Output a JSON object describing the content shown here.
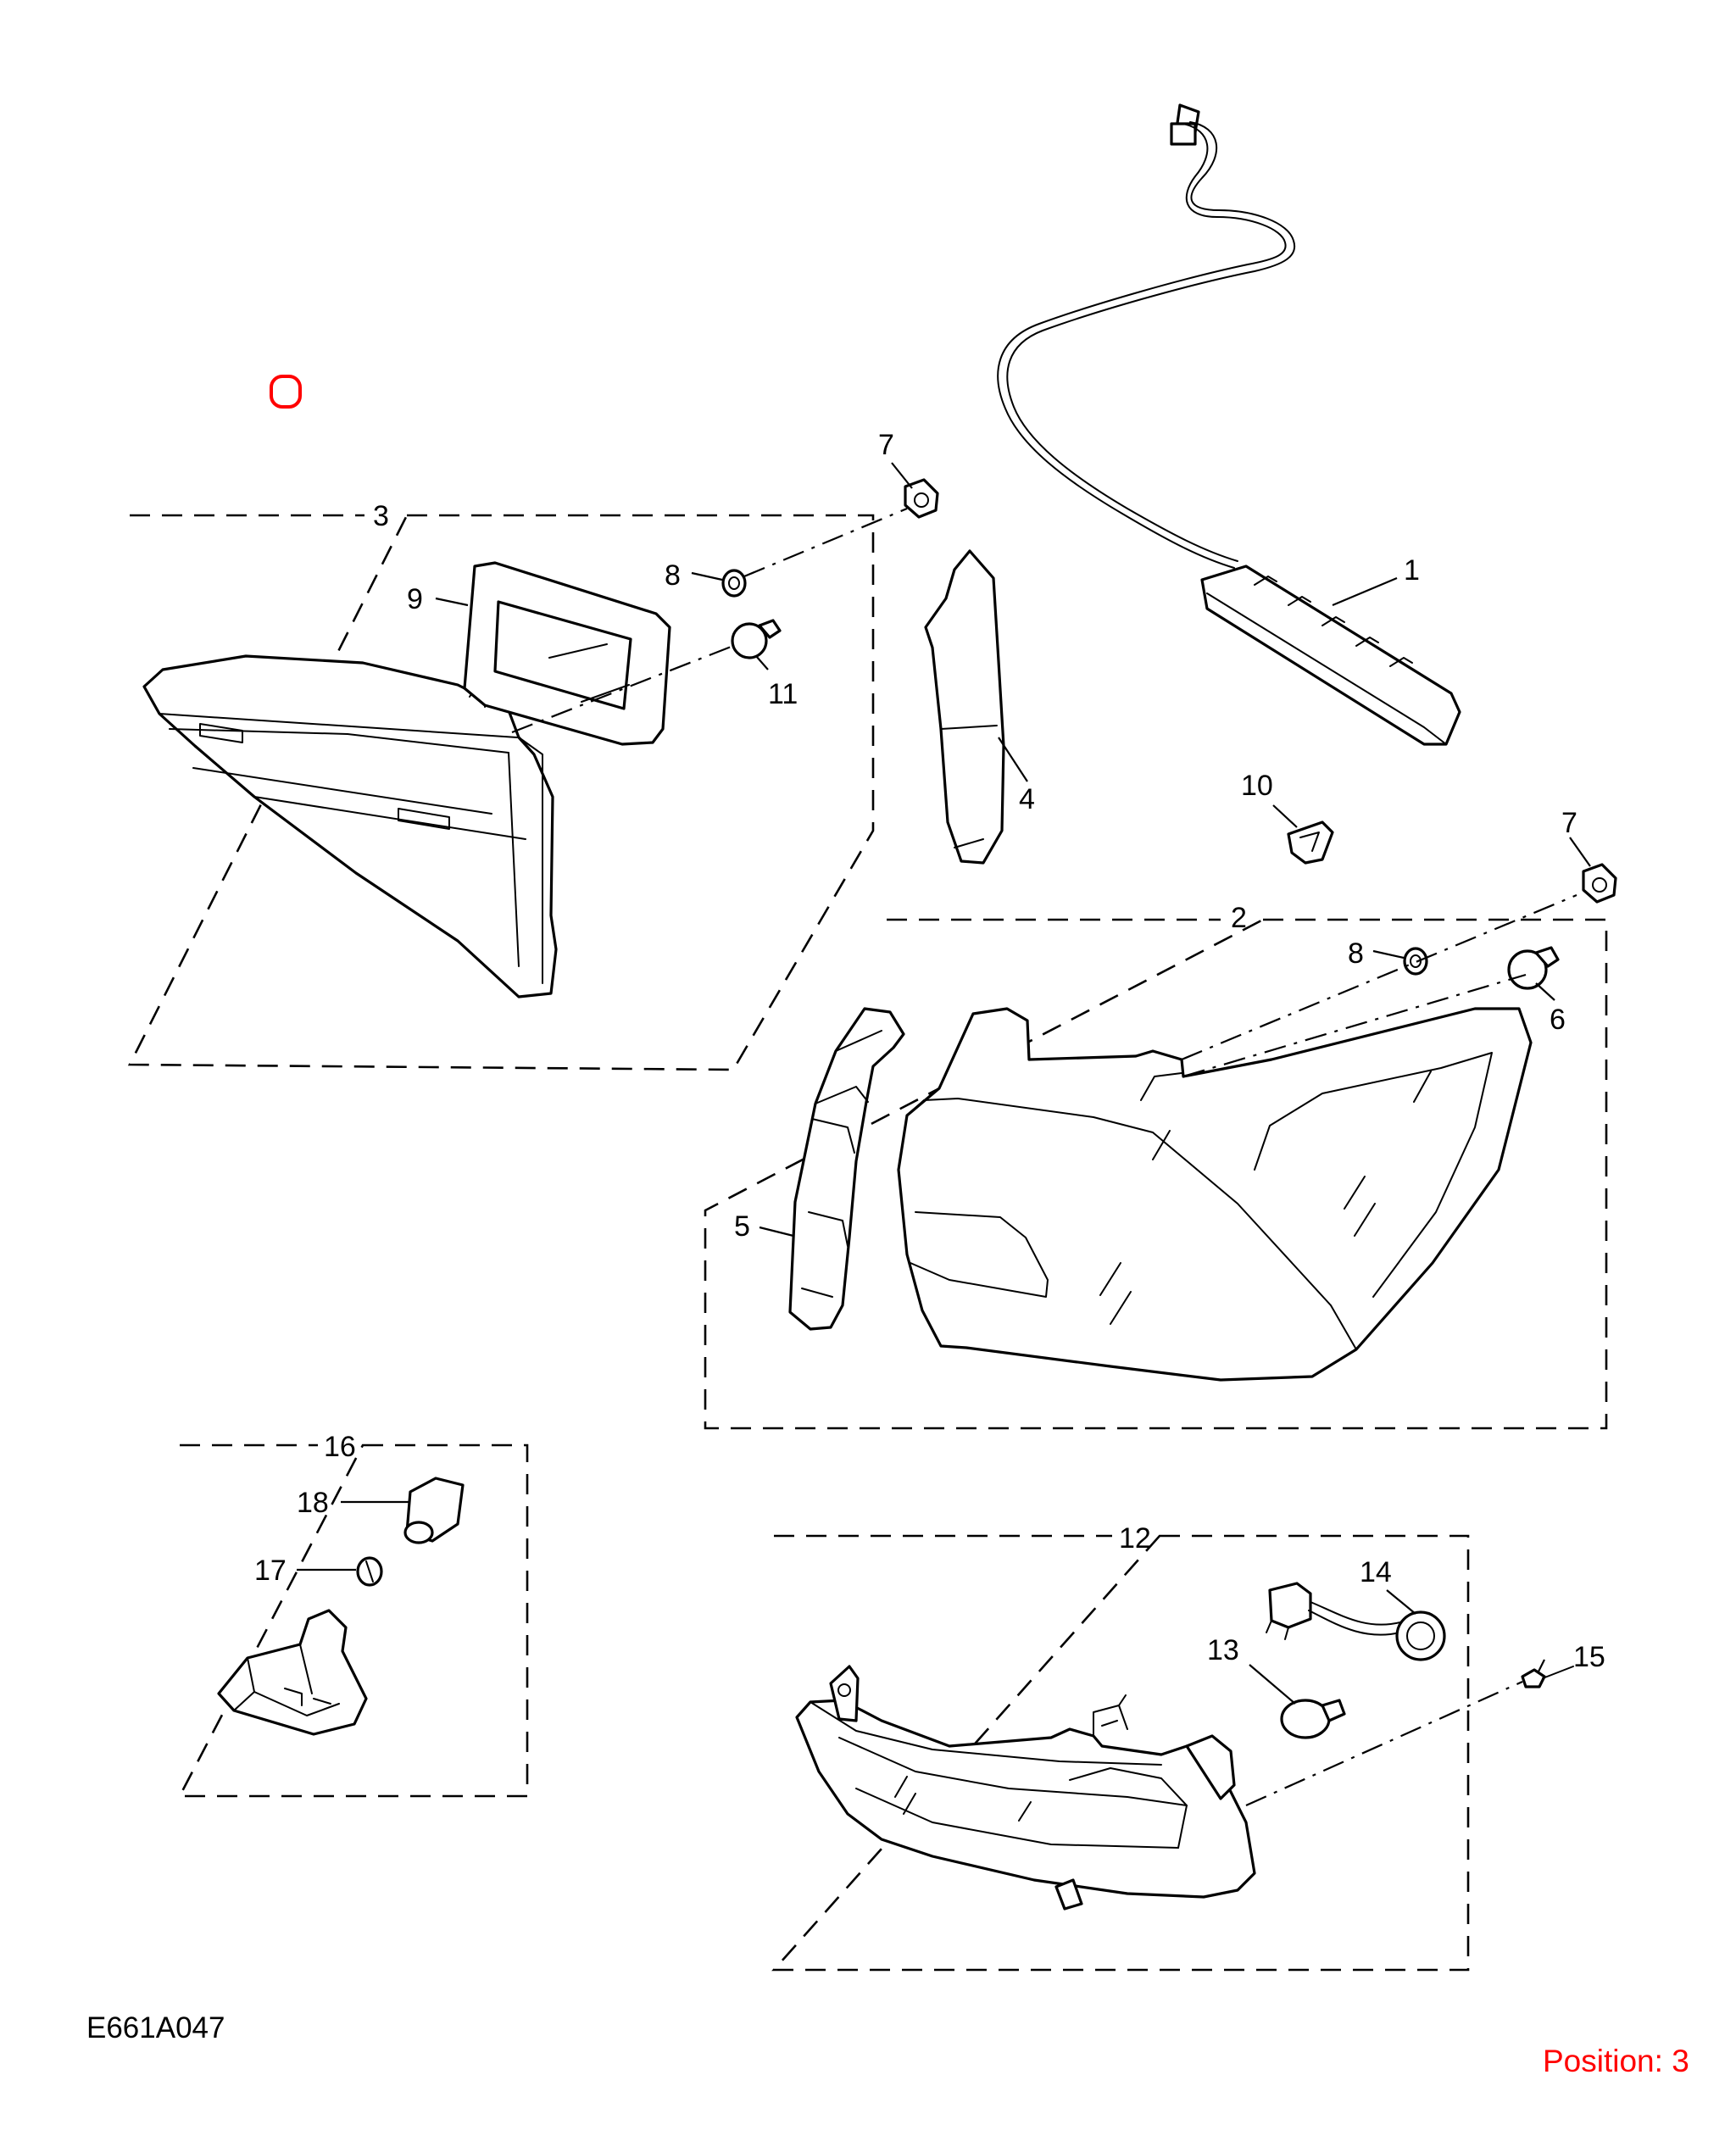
{
  "diagram": {
    "reference_code": "E661A047",
    "position_text": "Position: 3",
    "marker_color": "#ff0000",
    "callouts": [
      {
        "id": "c1",
        "text": "1"
      },
      {
        "id": "c2",
        "text": "2"
      },
      {
        "id": "c3",
        "text": "3"
      },
      {
        "id": "c4",
        "text": "4"
      },
      {
        "id": "c5",
        "text": "5"
      },
      {
        "id": "c6",
        "text": "6"
      },
      {
        "id": "c7a",
        "text": "7"
      },
      {
        "id": "c7b",
        "text": "7"
      },
      {
        "id": "c8a",
        "text": "8"
      },
      {
        "id": "c8b",
        "text": "8"
      },
      {
        "id": "c9",
        "text": "9"
      },
      {
        "id": "c10",
        "text": "10"
      },
      {
        "id": "c11",
        "text": "11"
      },
      {
        "id": "c12",
        "text": "12"
      },
      {
        "id": "c13",
        "text": "13"
      },
      {
        "id": "c14",
        "text": "14"
      },
      {
        "id": "c15",
        "text": "15"
      },
      {
        "id": "c16",
        "text": "16"
      },
      {
        "id": "c17",
        "text": "17"
      },
      {
        "id": "c18",
        "text": "18"
      }
    ]
  }
}
